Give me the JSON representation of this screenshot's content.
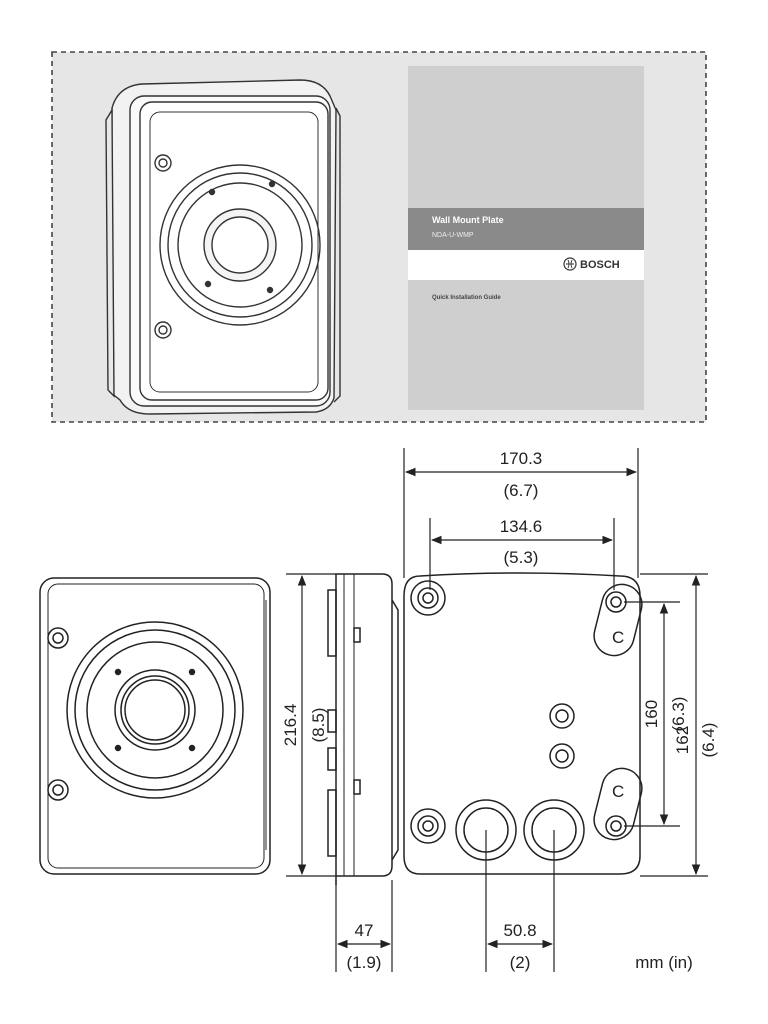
{
  "package_panel": {
    "guide_cover": {
      "title": "Wall Mount Plate",
      "subtitle": "NDA-U-WMP",
      "brand": "BOSCH",
      "doc_type": "Quick Installation Guide",
      "brand_icon": "bosch-logo-icon"
    }
  },
  "dimensions": {
    "overall_width": {
      "mm": "170.3",
      "in": "(6.7)"
    },
    "hole_spacing_width": {
      "mm": "134.6",
      "in": "(5.3)"
    },
    "height": {
      "mm": "216.4",
      "in": "(8.5)"
    },
    "depth": {
      "mm": "47",
      "in": "(1.9)"
    },
    "hole_spacing_vertical_inner": {
      "mm": "160",
      "in": "(6.3)"
    },
    "hole_spacing_vertical_outer": {
      "mm": "162",
      "in": "(6.4)"
    },
    "conduit_spacing": {
      "mm": "50.8",
      "in": "(2)"
    },
    "slot_label_top": "C",
    "slot_label_bottom": "C",
    "units": "mm (in)"
  }
}
